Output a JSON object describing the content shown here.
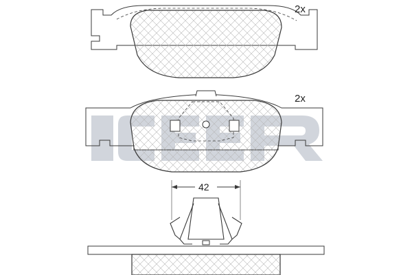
{
  "diagram": {
    "quantity_top": "2x",
    "quantity_middle": "2x",
    "dimension_label": "42",
    "watermark_text": "ICER",
    "colors": {
      "line": "#3a3a3a",
      "watermark": "#c9ced6",
      "hatch": "#b8b8b8"
    }
  }
}
